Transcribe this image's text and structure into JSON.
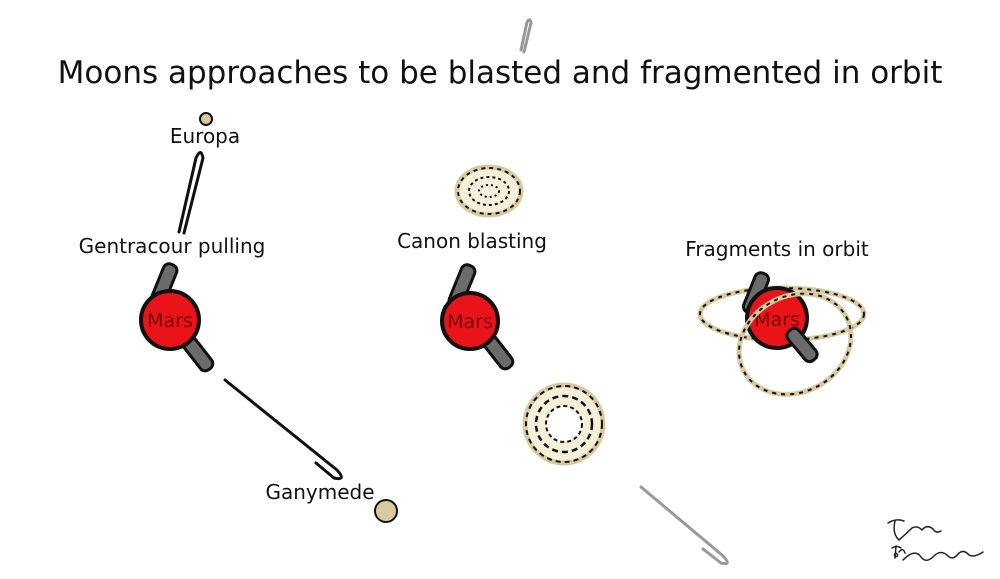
{
  "title": "Moons approaches to be blasted and fragmented in orbit",
  "panels": [
    {
      "label": "Gentracour pulling",
      "planet": "Mars"
    },
    {
      "label": "Canon blasting",
      "planet": "Mars"
    },
    {
      "label": "Fragments in orbit",
      "planet": "Mars"
    }
  ],
  "moons": {
    "top": "Europa",
    "bottom": "Ganymede"
  },
  "colors": {
    "planet": "#e8141a",
    "planet_label": "#7a0000",
    "arm": "#6b6b6b",
    "moon": "#d9c9a0",
    "background": "#ffffff"
  }
}
